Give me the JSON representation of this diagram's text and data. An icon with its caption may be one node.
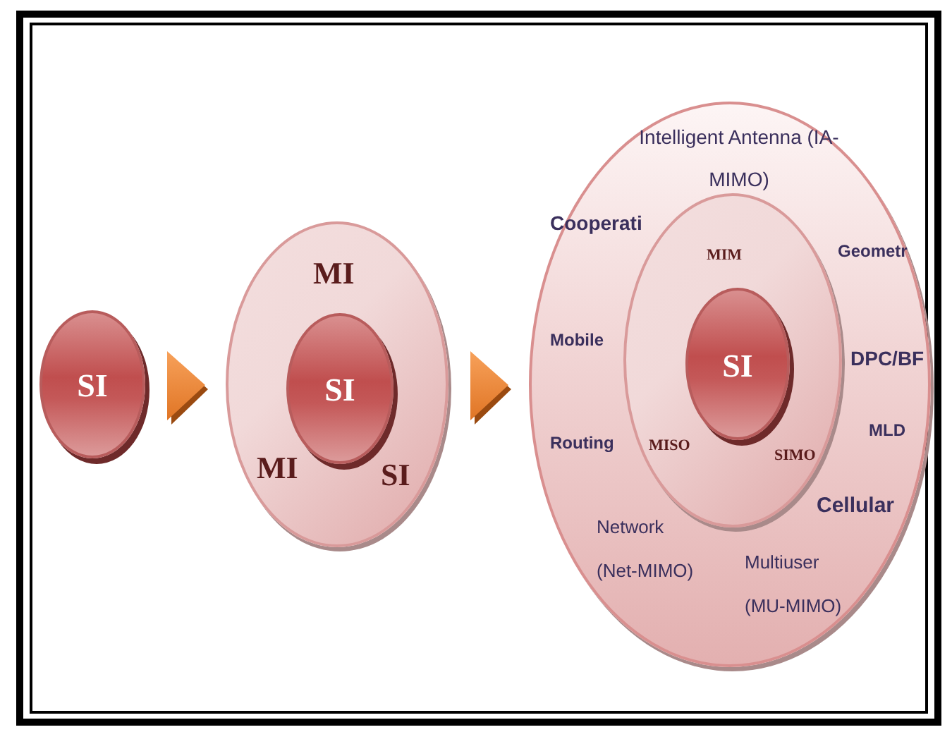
{
  "diagram": {
    "nodes": [
      {
        "text": [
          "SI"
        ]
      },
      {
        "text": [
          "MI",
          "MI",
          "SI"
        ]
      },
      {
        "text": [
          "SI"
        ],
        "in": 1
      },
      {
        "text": [
          "Intelligent Antenna (IA-MIMO)",
          "Cooperati",
          "Geometr",
          "Mobile",
          "DPC/BF",
          "MLD",
          "Routing",
          "Cellular",
          "Network (Net-MIMO)",
          "Multiuser (MU-MIMO)"
        ]
      },
      {
        "text": [
          "MIM",
          "MISO",
          "SIMO"
        ],
        "in": 3
      },
      {
        "text": [
          "SI"
        ],
        "in": 4
      }
    ],
    "edges": [
      {
        "from": 0,
        "to": 1,
        "arrow": "to"
      },
      {
        "from": 1,
        "to": 3,
        "arrow": "to"
      }
    ]
  }
}
